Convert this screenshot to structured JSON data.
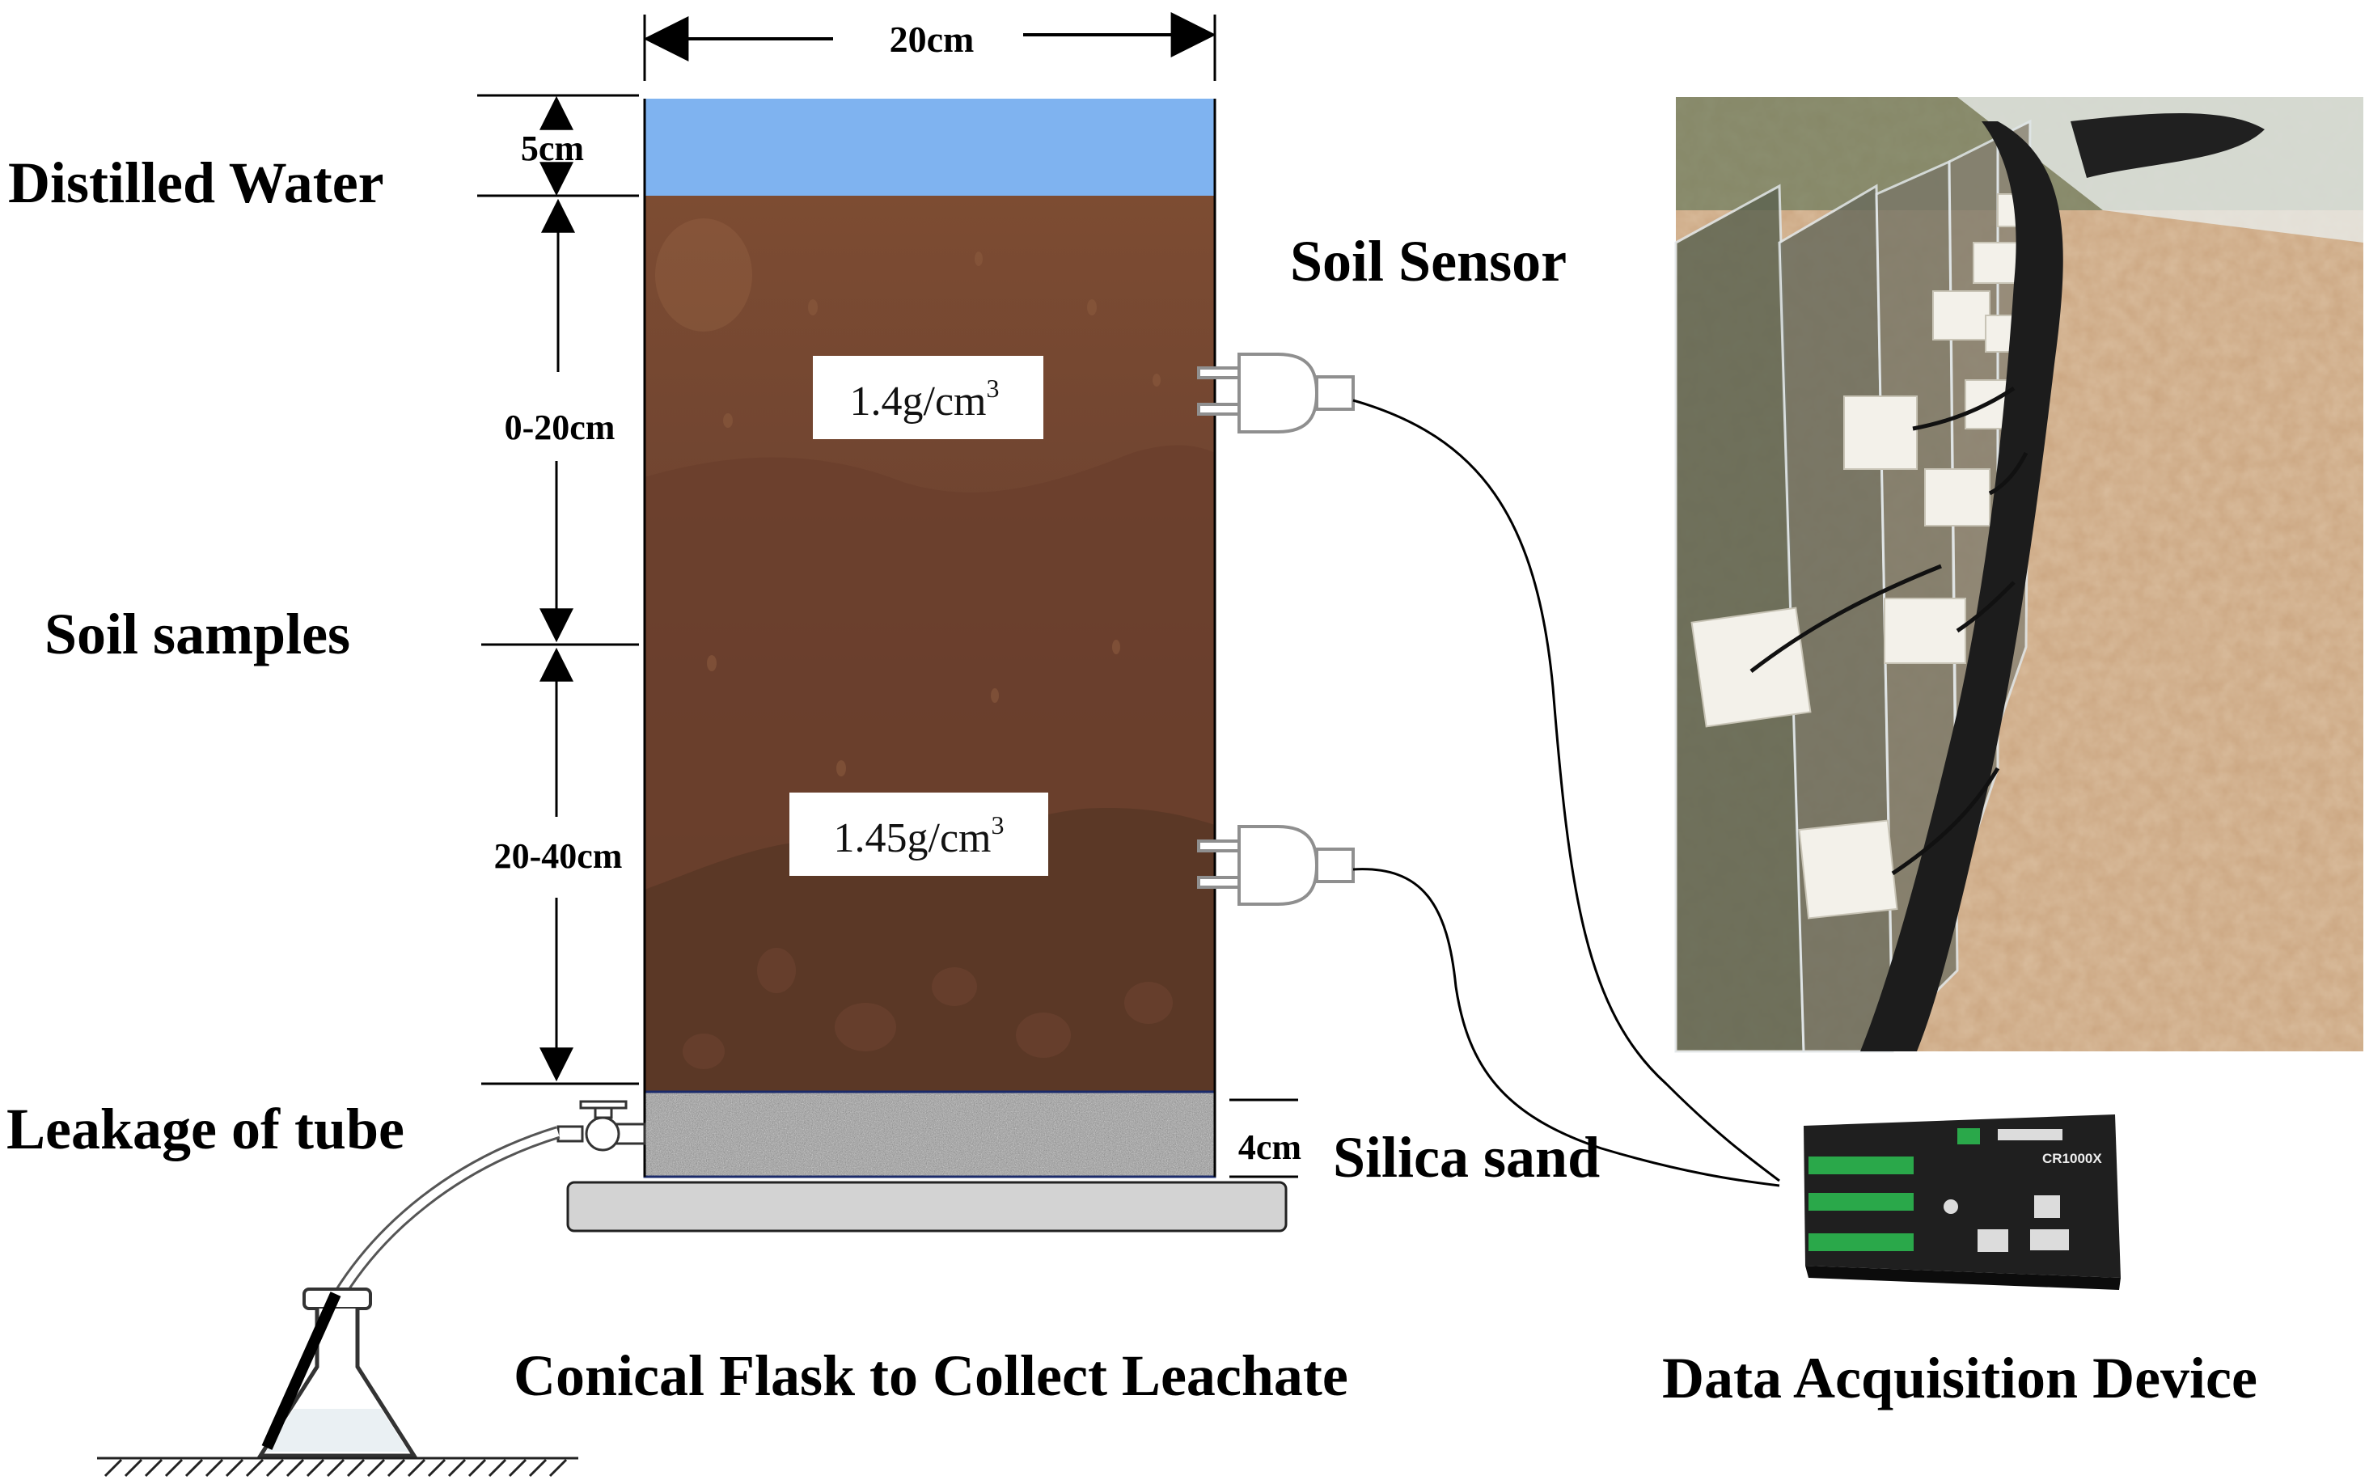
{
  "labels": {
    "distilled_water": "Distilled Water",
    "soil_samples": "Soil samples",
    "leakage_of_tube": "Leakage of tube",
    "soil_sensor": "Soil Sensor",
    "silica_sand": "Silica sand",
    "conical_flask": "Conical Flask to Collect Leachate",
    "data_acquisition": "Data Acquisition Device"
  },
  "dimensions": {
    "width": "20cm",
    "water_depth": "5cm",
    "upper_layer": "0-20cm",
    "lower_layer": "20-40cm",
    "sand_depth": "4cm"
  },
  "densities": {
    "upper_value": "1.4g/cm",
    "upper_sup": "3",
    "lower_value": "1.45g/cm",
    "lower_sup": "3"
  },
  "device": {
    "model": "CR1000X"
  },
  "colors": {
    "water": "#7fb3f0",
    "soil_upper": "#7a4a30",
    "soil_lower": "#5e3a28",
    "sand": "#9a9a9a",
    "base": "#d3d3d3",
    "terminal_green": "#2aa84a"
  }
}
